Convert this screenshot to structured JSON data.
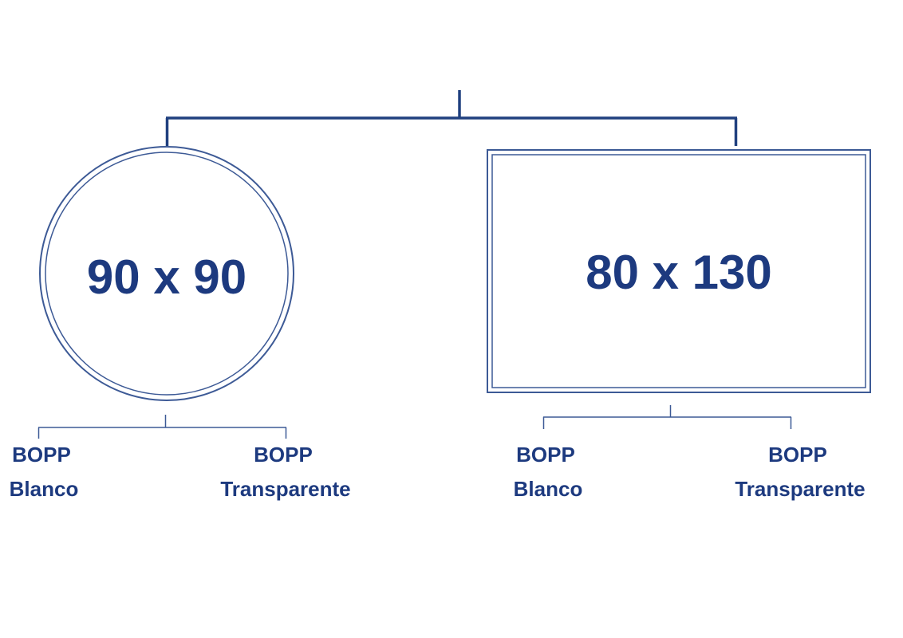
{
  "colors": {
    "primary": "#1d3a7f",
    "line": "#20407f",
    "thin_line": "#3d5a96",
    "background": "#ffffff"
  },
  "shapes": {
    "circle": {
      "label": "90 x 90",
      "options": [
        {
          "line1": "BOPP",
          "line2": "Blanco"
        },
        {
          "line1": "BOPP",
          "line2": "Transparente"
        }
      ]
    },
    "rectangle": {
      "label": "80 x 130",
      "options": [
        {
          "line1": "BOPP",
          "line2": "Blanco"
        },
        {
          "line1": "BOPP",
          "line2": "Transparente"
        }
      ]
    }
  }
}
